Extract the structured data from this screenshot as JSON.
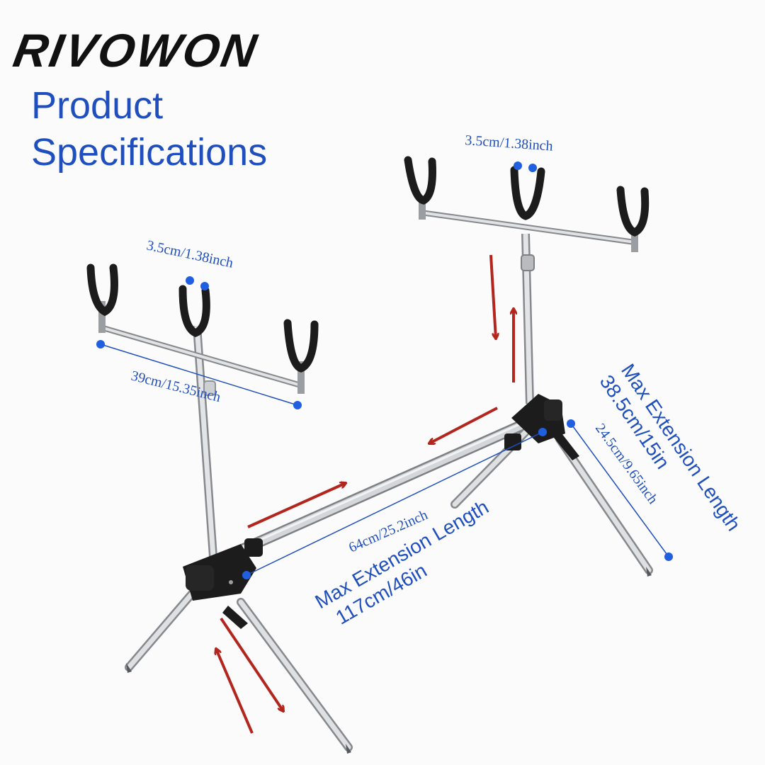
{
  "brand": {
    "logo_text": "RIVOWON"
  },
  "heading": {
    "line1": "Product",
    "line2": "Specifications"
  },
  "dimensions": {
    "left_holder_gap": "3.5cm/1.38inch",
    "right_holder_gap": "3.5cm/1.38inch",
    "buzz_bar_width": "39cm/15.35inch",
    "main_bar_length": "64cm/25.2inch",
    "leg_length": "24.5cm/9.65inch"
  },
  "extension": {
    "bar": {
      "label": "Max Extension Length",
      "value": "117cm/46in"
    },
    "leg": {
      "label": "Max Extension Length",
      "value": "38.5cm/15in"
    }
  },
  "colors": {
    "brand": "#111111",
    "heading": "#1f4fbf",
    "dimension": "#1f4fbf",
    "arrow": "#b3261e",
    "metal": "#c9cbce",
    "plastic": "#1c1c1c"
  },
  "icons": {
    "product": "rod-pod-illustration",
    "arrows": "red-direction-arrows",
    "markers": "blue-dot-markers"
  }
}
